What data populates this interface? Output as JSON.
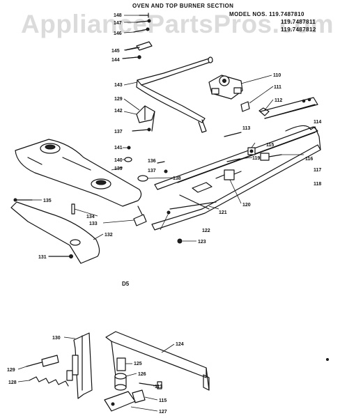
{
  "header": {
    "title": "OVEN AND TOP BURNER SECTION",
    "model_line": "MODEL NOS. 119.7487810",
    "model_2": "119.7487811",
    "model_3": "119.7487812"
  },
  "watermark": "AppliancePartsPros.com",
  "section_label": "D5",
  "part_labels": [
    "148",
    "147",
    "146",
    "145",
    "144",
    "143",
    "110",
    "111",
    "129",
    "142",
    "112",
    "137",
    "114",
    "113",
    "115",
    "119",
    "116",
    "141",
    "140",
    "139",
    "136",
    "137",
    "138",
    "117",
    "118",
    "135",
    "120",
    "134",
    "121",
    "133",
    "122",
    "132",
    "123",
    "131",
    "130",
    "124",
    "129",
    "125",
    "126",
    "128",
    "113",
    "115",
    "127"
  ]
}
